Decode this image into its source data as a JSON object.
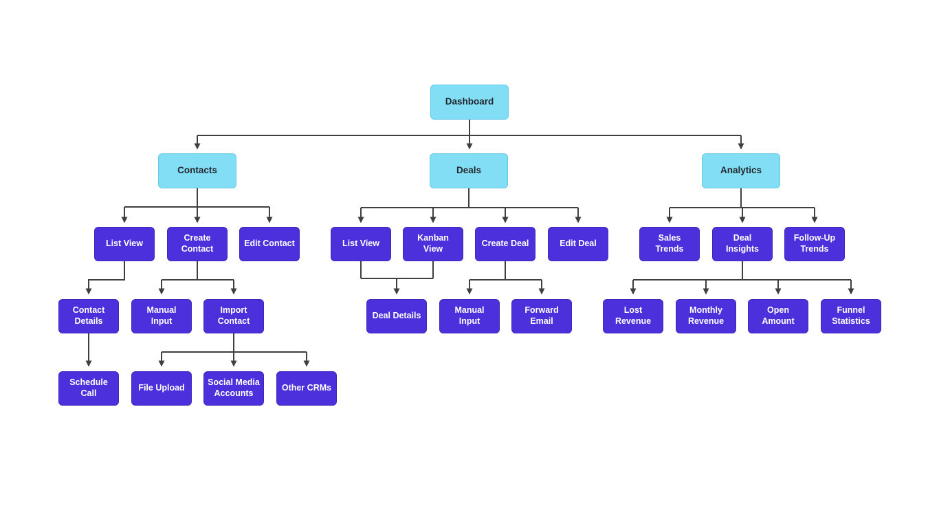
{
  "diagram": {
    "type": "flowchart-sitemap",
    "colors": {
      "category_fill": "#82DEF5",
      "category_text": "#23262E",
      "feature_fill": "#4B30DB",
      "feature_text": "#FFFFFF",
      "connector": "#3F3F3F",
      "background": "#FFFFFF"
    },
    "nodes": {
      "dashboard": {
        "label": "Dashboard"
      },
      "contacts": {
        "label": "Contacts"
      },
      "deals": {
        "label": "Deals"
      },
      "analytics": {
        "label": "Analytics"
      },
      "contacts_list_view": {
        "label": "List View"
      },
      "create_contact": {
        "label": "Create Contact"
      },
      "edit_contact": {
        "label": "Edit Contact"
      },
      "deals_list_view": {
        "label": "List View"
      },
      "kanban_view": {
        "label": "Kanban View"
      },
      "create_deal": {
        "label": "Create Deal"
      },
      "edit_deal": {
        "label": "Edit Deal"
      },
      "sales_trends": {
        "label": "Sales Trends"
      },
      "deal_insights": {
        "label": "Deal Insights"
      },
      "follow_up_trends": {
        "label": "Follow-Up Trends"
      },
      "contact_details": {
        "label": "Contact Details"
      },
      "contacts_manual_input": {
        "label": "Manual Input"
      },
      "import_contact": {
        "label": "Import Contact"
      },
      "deal_details": {
        "label": "Deal Details"
      },
      "deals_manual_input": {
        "label": "Manual Input"
      },
      "forward_email": {
        "label": "Forward Email"
      },
      "lost_revenue": {
        "label": "Lost Revenue"
      },
      "monthly_revenue": {
        "label": "Monthly Revenue"
      },
      "open_amount": {
        "label": "Open Amount"
      },
      "funnel_statistics": {
        "label": "Funnel Statistics"
      },
      "schedule_call": {
        "label": "Schedule Call"
      },
      "file_upload": {
        "label": "File Upload"
      },
      "social_media_accounts": {
        "label": "Social Media Accounts"
      },
      "other_crms": {
        "label": "Other CRMs"
      }
    },
    "edges": [
      "dashboard->contacts",
      "dashboard->deals",
      "dashboard->analytics",
      "contacts->contacts_list_view",
      "contacts->create_contact",
      "contacts->edit_contact",
      "contacts_list_view->contact_details",
      "create_contact->contacts_manual_input",
      "create_contact->import_contact",
      "contact_details->schedule_call",
      "import_contact->file_upload",
      "import_contact->social_media_accounts",
      "import_contact->other_crms",
      "deals->deals_list_view",
      "deals->kanban_view",
      "deals->create_deal",
      "deals->edit_deal",
      "deals_list_view->deal_details",
      "kanban_view->deal_details",
      "create_deal->deals_manual_input",
      "create_deal->forward_email",
      "analytics->sales_trends",
      "analytics->deal_insights",
      "analytics->follow_up_trends",
      "deal_insights->lost_revenue",
      "deal_insights->monthly_revenue",
      "deal_insights->open_amount",
      "deal_insights->funnel_statistics"
    ]
  }
}
